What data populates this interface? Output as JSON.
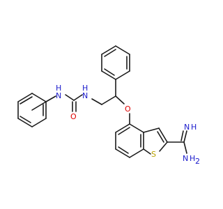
{
  "colors": {
    "bond": "#1a1a1a",
    "nitrogen": "#1a1acc",
    "oxygen": "#e00000",
    "sulfur": "#b8a000"
  },
  "labels": {
    "nh_urea_left": "H",
    "n_urea_left": "N",
    "o_urea": "O",
    "nh_urea_right": "H",
    "n_urea_right": "N",
    "o_ether": "O",
    "s_thiophene": "S",
    "nh_imine_h": "H",
    "nh_imine_n": "N",
    "nh2_n": "N",
    "nh2_h": "H",
    "nh2_sub": "2"
  }
}
